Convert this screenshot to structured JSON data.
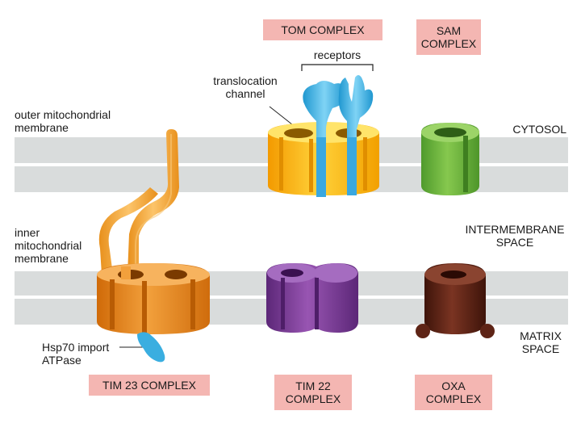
{
  "labels": {
    "tom_complex": "TOM COMPLEX",
    "sam_complex": [
      "SAM",
      "COMPLEX"
    ],
    "receptors": "receptors",
    "translocation_channel": [
      "translocation",
      "channel"
    ],
    "outer_membrane": [
      "outer mitochondrial",
      "membrane"
    ],
    "cytosol": "CYTOSOL",
    "inner_membrane": [
      "inner",
      "mitochondrial",
      "membrane"
    ],
    "intermembrane_space": [
      "INTERMEMBRANE",
      "SPACE"
    ],
    "matrix_space": [
      "MATRIX",
      "SPACE"
    ],
    "hsp70": [
      "Hsp70 import",
      "ATPase"
    ],
    "tim23_complex": "TIM 23 COMPLEX",
    "tim22_complex": [
      "TIM 22",
      "COMPLEX"
    ],
    "oxa_complex": [
      "OXA",
      "COMPLEX"
    ]
  },
  "colors": {
    "membrane": "#d9dcdc",
    "label_box": "#f4b6b2",
    "tom": "#f7b400",
    "receptor": "#35b2e6",
    "sam": "#6cb23c",
    "tim23": "#e58518",
    "tim22": "#7a3b96",
    "oxa": "#5e2416",
    "hsp70": "#3aaee0"
  }
}
